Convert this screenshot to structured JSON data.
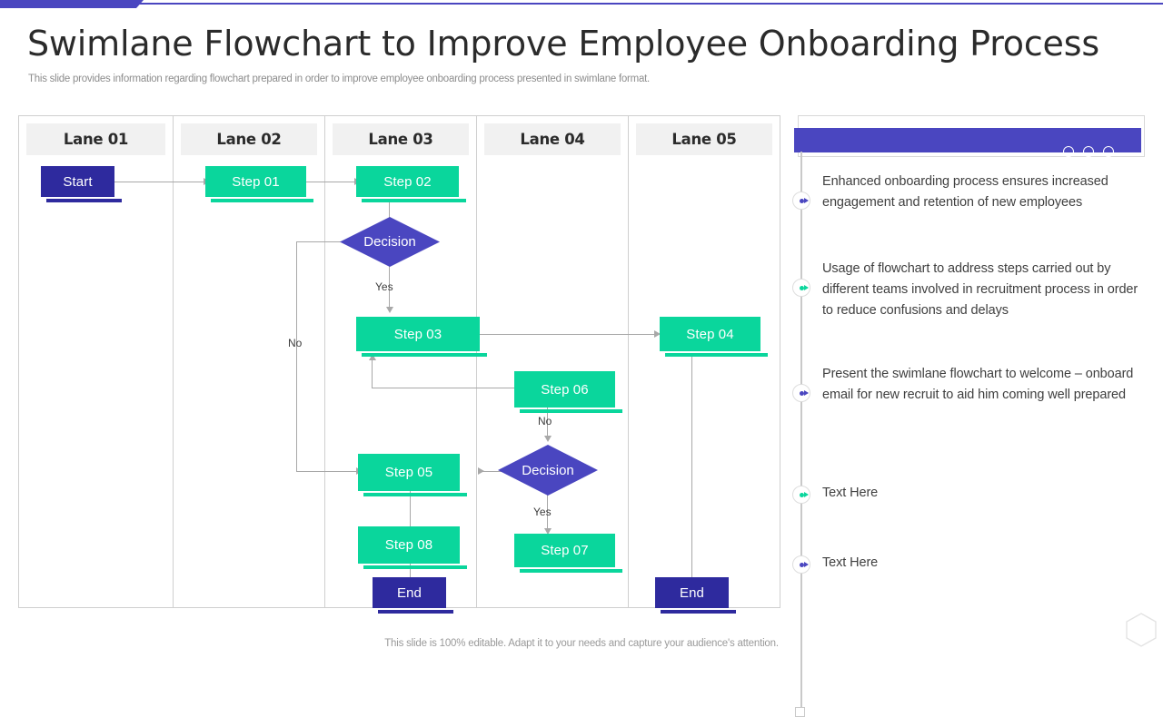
{
  "header": {
    "title": "Swimlane Flowchart to Improve Employee Onboarding Process",
    "subtitle": "This slide provides information regarding flowchart prepared in order to improve employee onboarding process presented in swimlane format."
  },
  "footer": {
    "note": "This slide is 100% editable. Adapt it to your needs and capture your audience's attention."
  },
  "colors": {
    "accent_indigo": "#4a46c0",
    "node_dark": "#2e2a9e",
    "node_teal": "#0ad69c",
    "lane_header_bg": "#f1f1f1",
    "connector": "#a8a8a8"
  },
  "swimlane": {
    "lanes": [
      {
        "label": "Lane 01"
      },
      {
        "label": "Lane 02"
      },
      {
        "label": "Lane 03"
      },
      {
        "label": "Lane 04"
      },
      {
        "label": "Lane 05"
      }
    ],
    "nodes": [
      {
        "id": "start",
        "label": "Start",
        "kind": "terminator",
        "lane": 1
      },
      {
        "id": "step01",
        "label": "Step 01",
        "kind": "process",
        "lane": 2
      },
      {
        "id": "step02",
        "label": "Step 02",
        "kind": "process",
        "lane": 3
      },
      {
        "id": "dec1",
        "label": "Decision",
        "kind": "decision",
        "lane": 3
      },
      {
        "id": "step03",
        "label": "Step 03",
        "kind": "process",
        "lane": 3
      },
      {
        "id": "step04",
        "label": "Step 04",
        "kind": "process",
        "lane": 5
      },
      {
        "id": "step06",
        "label": "Step 06",
        "kind": "process",
        "lane": 4
      },
      {
        "id": "step05",
        "label": "Step 05",
        "kind": "process",
        "lane": 3
      },
      {
        "id": "dec2",
        "label": "Decision",
        "kind": "decision",
        "lane": 4
      },
      {
        "id": "step08",
        "label": "Step 08",
        "kind": "process",
        "lane": 3
      },
      {
        "id": "step07",
        "label": "Step 07",
        "kind": "process",
        "lane": 4
      },
      {
        "id": "end1",
        "label": "End",
        "kind": "terminator",
        "lane": 3
      },
      {
        "id": "end2",
        "label": "End",
        "kind": "terminator",
        "lane": 5
      }
    ],
    "edge_labels": {
      "dec1_yes": "Yes",
      "dec1_no": "No",
      "step06_no": "No",
      "dec2_yes": "Yes"
    }
  },
  "panel": {
    "dots": [
      "dot-1",
      "dot-2",
      "dot-3"
    ],
    "items": [
      {
        "marker": "blue",
        "text": "Enhanced onboarding process ensures increased engagement and retention of new employees"
      },
      {
        "marker": "green",
        "text": "Usage of flowchart to address steps carried out by different teams involved in recruitment process in order to reduce confusions and delays"
      },
      {
        "marker": "blue",
        "text": "Present the swimlane flowchart to welcome – onboard email for new recruit to aid him coming well prepared"
      },
      {
        "marker": "green",
        "text": "Text Here"
      },
      {
        "marker": "blue",
        "text": "Text Here"
      }
    ]
  }
}
